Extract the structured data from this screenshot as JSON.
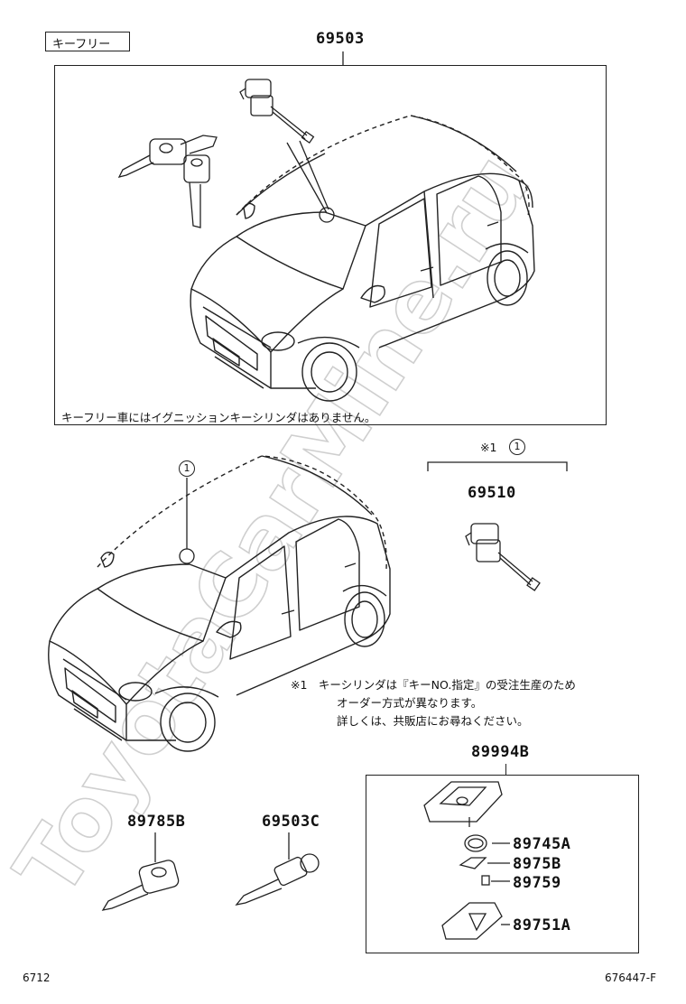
{
  "header_tag": "キーフリー",
  "top_section": {
    "part_number": "69503",
    "note": "キーフリー車にはイグニッションキーシリンダはありません。"
  },
  "cylinder_section": {
    "note_marker": "※1",
    "callout_marker": "1",
    "part_number": "69510",
    "note_line1": "※1　キーシリンダは『キーNO.指定』の受注生産のため",
    "note_line2": "オーダー方式が異なります。",
    "note_line3": "詳しくは、共販店にお尋ねください。"
  },
  "car_callout_marker": "1",
  "keys": {
    "blank_key_part": "89785B",
    "key_part": "69503C"
  },
  "remote_section": {
    "part_number": "89994B",
    "parts": [
      "89745A",
      "8975B",
      "89759",
      "89751A"
    ]
  },
  "watermark": "ToyotaCarMine.ru",
  "footer": {
    "left_code": "6712",
    "right_code": "676447-F"
  }
}
